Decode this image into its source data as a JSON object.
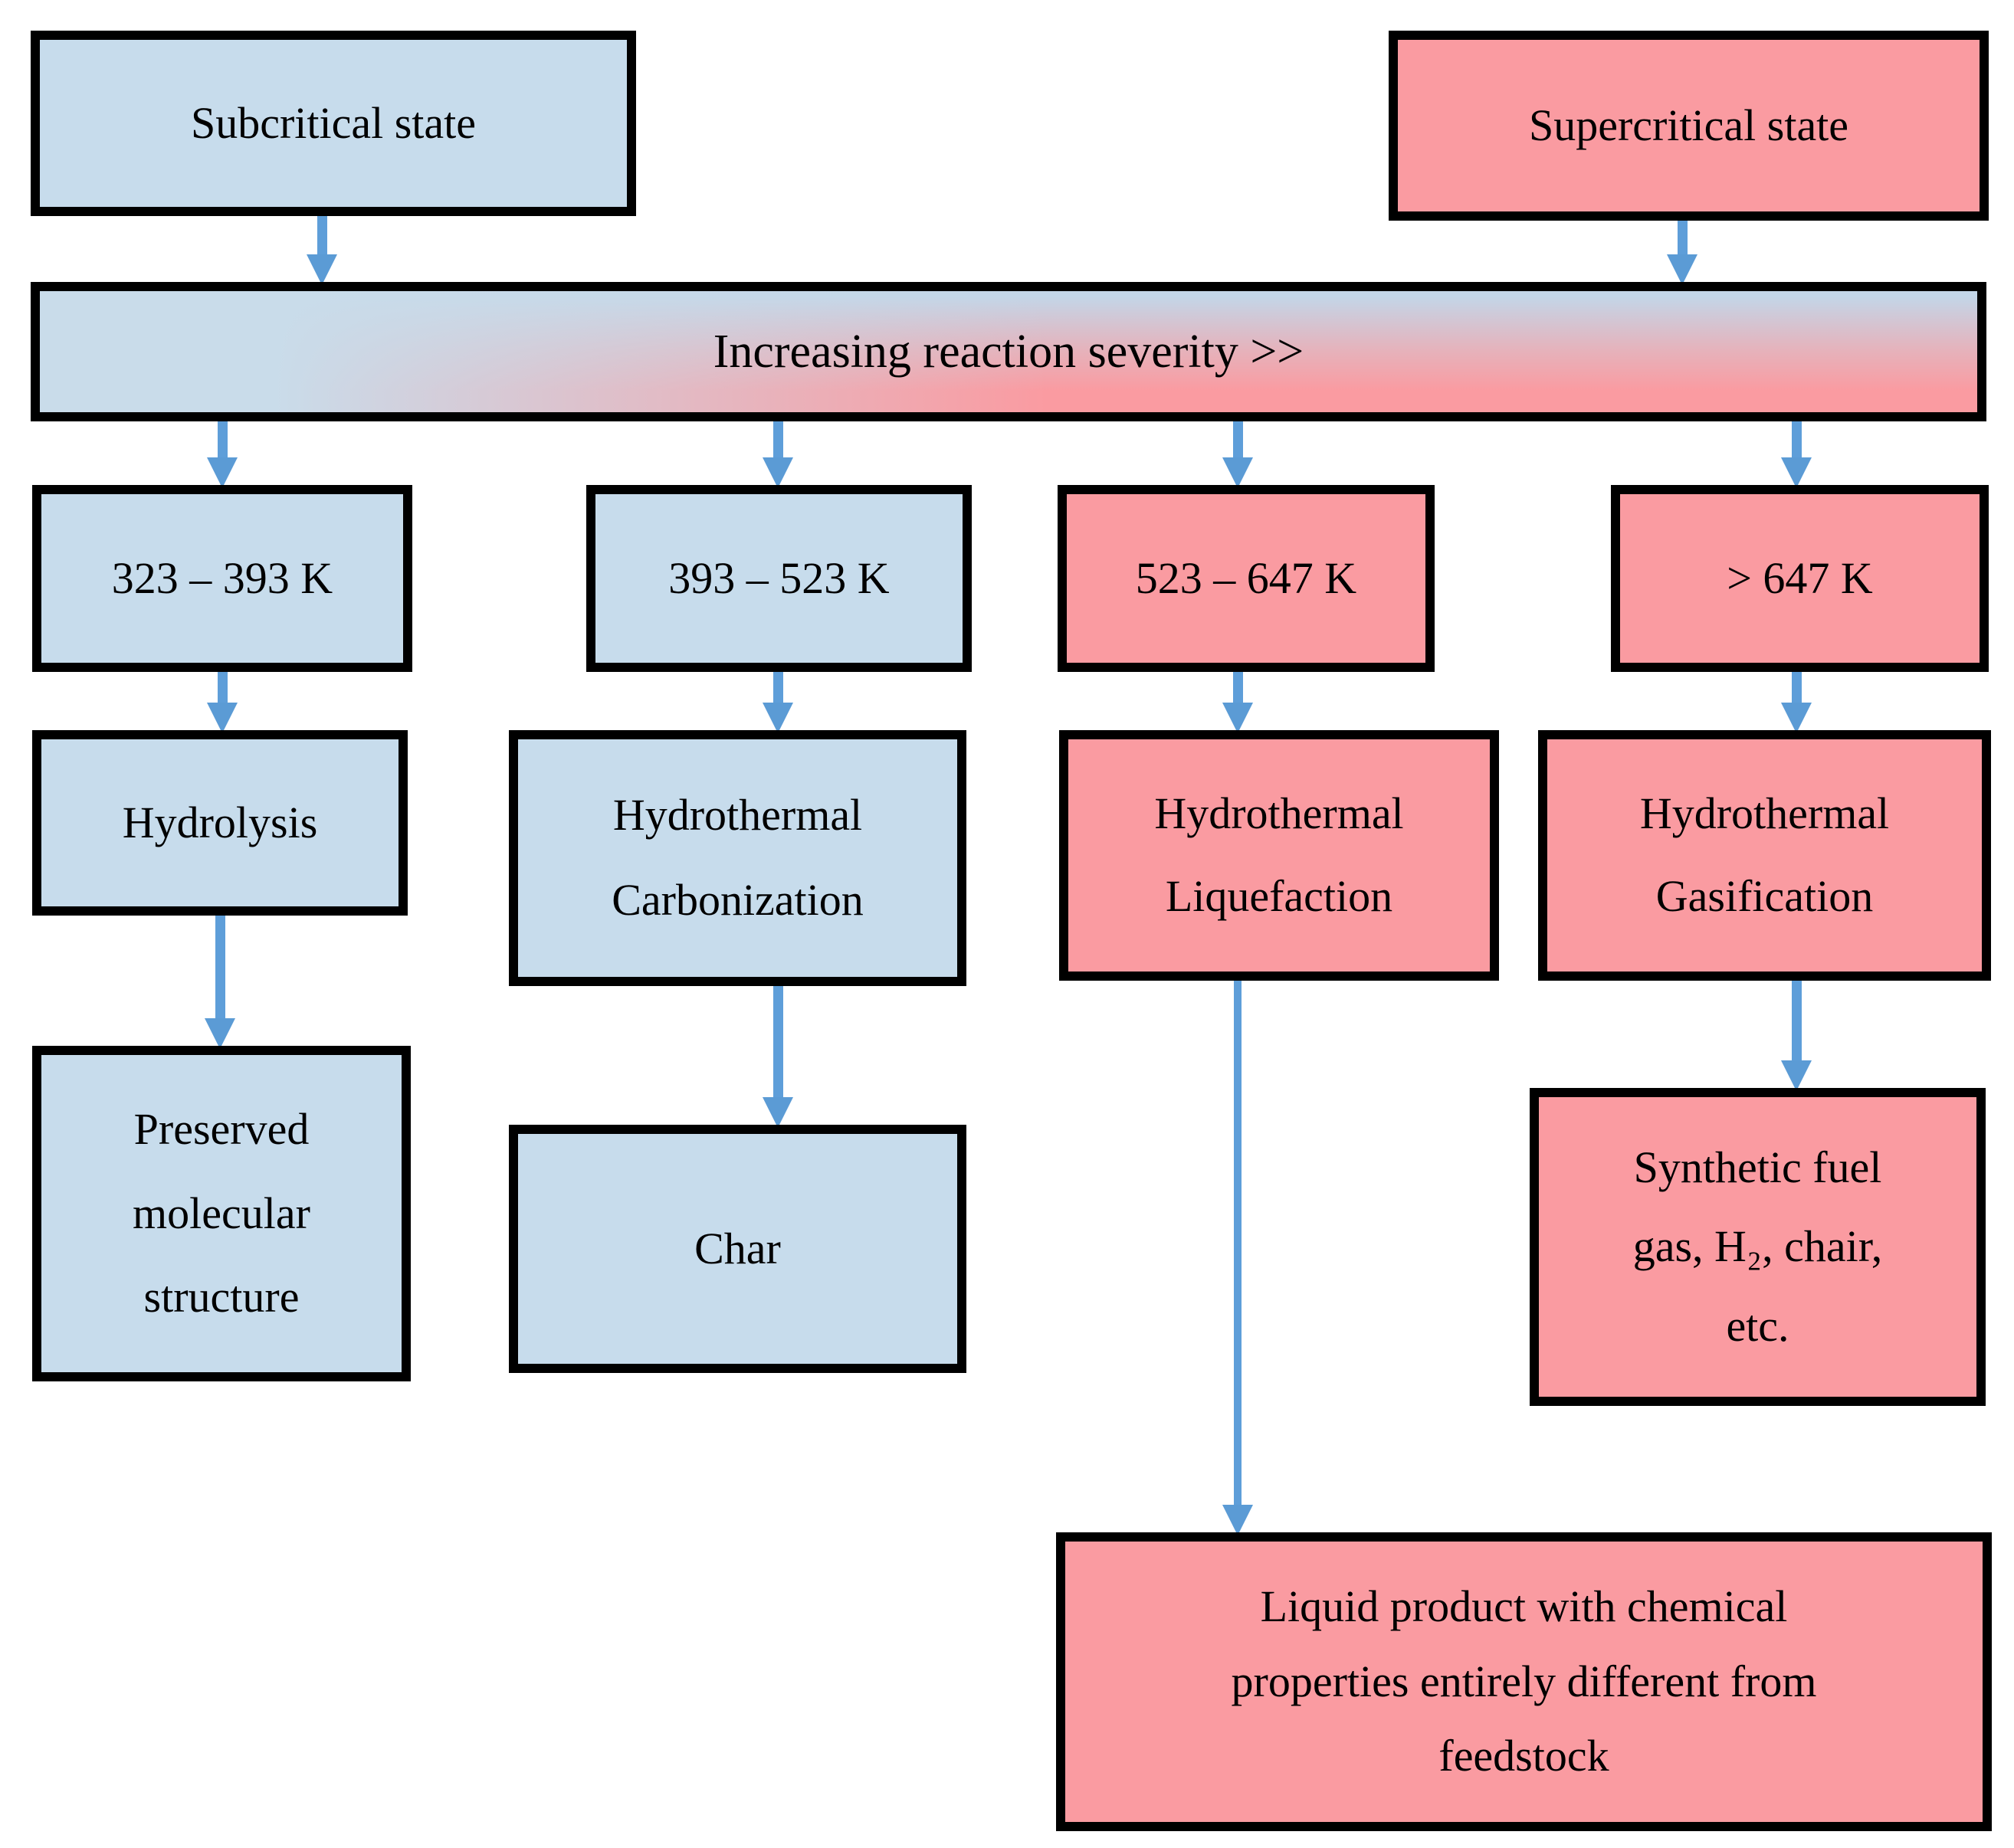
{
  "diagram": {
    "subcritical": {
      "label": "Subcritical state"
    },
    "supercritical": {
      "label": "Supercritical state"
    },
    "severity_bar": {
      "label": "Increasing reaction severity >>"
    },
    "columns": [
      {
        "regime": "subcritical",
        "temperature": "323 – 393 K",
        "process_lines": [
          "Hydrolysis"
        ],
        "product_lines": [
          "Preserved",
          "molecular",
          "structure"
        ]
      },
      {
        "regime": "subcritical",
        "temperature": "393 – 523 K",
        "process_lines": [
          "Hydrothermal",
          "Carbonization"
        ],
        "product_lines": [
          "Char"
        ]
      },
      {
        "regime": "supercritical",
        "temperature": "523 – 647 K",
        "process_lines": [
          "Hydrothermal",
          "Liquefaction"
        ],
        "product_lines": [
          "Liquid product with chemical",
          "properties entirely different from",
          "feedstock"
        ]
      },
      {
        "regime": "supercritical",
        "temperature": "> 647 K",
        "process_lines": [
          "Hydrothermal",
          "Gasification"
        ],
        "product_lines": [
          "Synthetic fuel",
          "gas, H₂, chair,",
          "etc."
        ]
      }
    ],
    "colors": {
      "subcritical_fill": "#c7dcec",
      "supercritical_fill": "#fa9ba1",
      "arrow": "#5b9bd5",
      "border": "#000000"
    }
  }
}
